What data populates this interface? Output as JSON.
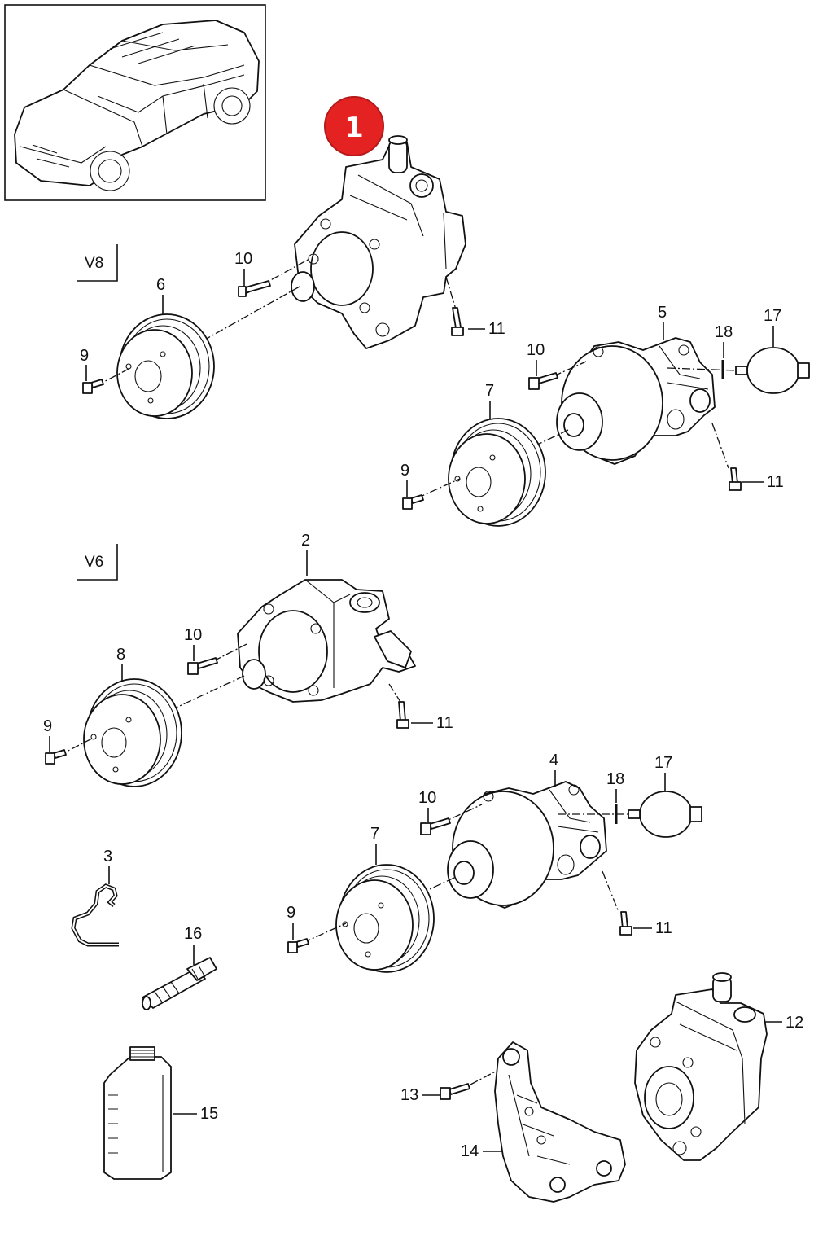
{
  "badge": {
    "label": "1",
    "color": "#e52222"
  },
  "variants": {
    "v8": "V8",
    "v6": "V6"
  },
  "callouts": {
    "v8_pump_10": "10",
    "v8_pump_11": "11",
    "v8_pulley_6": "6",
    "v8_bolt_9": "9",
    "v8_alt_5": "5",
    "v8_alt_18": "18",
    "v8_alt_17": "17",
    "v8_alt_10": "10",
    "v8_alt_7": "7",
    "v8_alt_9": "9",
    "v8_alt_11": "11",
    "v6_pump_2": "2",
    "v6_pump_10": "10",
    "v6_pulley_8": "8",
    "v6_bolt_9": "9",
    "v6_pump_11": "11",
    "v6_alt_4": "4",
    "v6_alt_18": "18",
    "v6_alt_17": "17",
    "v6_alt_10": "10",
    "v6_alt_7": "7",
    "v6_alt_9": "9",
    "v6_alt_11": "11",
    "line_3": "3",
    "shaft_16": "16",
    "oil_15": "15",
    "bolt_13": "13",
    "bracket_14": "14",
    "pump_12": "12"
  },
  "icons": {
    "car": "porsche-cayenne-icon",
    "pump": "power-steering-pump-icon",
    "pulley": "belt-pulley-icon",
    "bolt": "bolt-icon",
    "reservoir": "reservoir-icon",
    "oil": "oil-bottle-icon",
    "bracket": "bracket-icon"
  },
  "colors": {
    "line": "#111111",
    "badge": "#e52222",
    "background": "#ffffff"
  }
}
